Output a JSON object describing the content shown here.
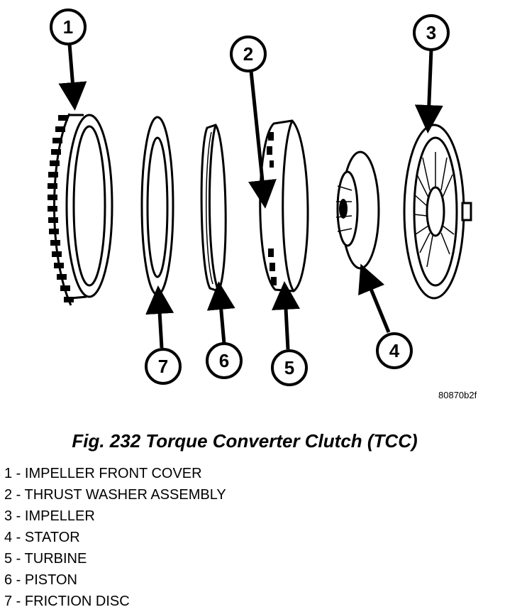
{
  "figure": {
    "code": "80870b2f",
    "caption": "Fig. 232 Torque Converter Clutch (TCC)"
  },
  "callouts": [
    "1",
    "2",
    "3",
    "4",
    "5",
    "6",
    "7"
  ],
  "legend": [
    {
      "number": "1",
      "label": "IMPELLER FRONT COVER"
    },
    {
      "number": "2",
      "label": "THRUST WASHER ASSEMBLY"
    },
    {
      "number": "3",
      "label": "IMPELLER"
    },
    {
      "number": "4",
      "label": "STATOR"
    },
    {
      "number": "5",
      "label": "TURBINE"
    },
    {
      "number": "6",
      "label": "PISTON"
    },
    {
      "number": "7",
      "label": "FRICTION DISC"
    }
  ]
}
